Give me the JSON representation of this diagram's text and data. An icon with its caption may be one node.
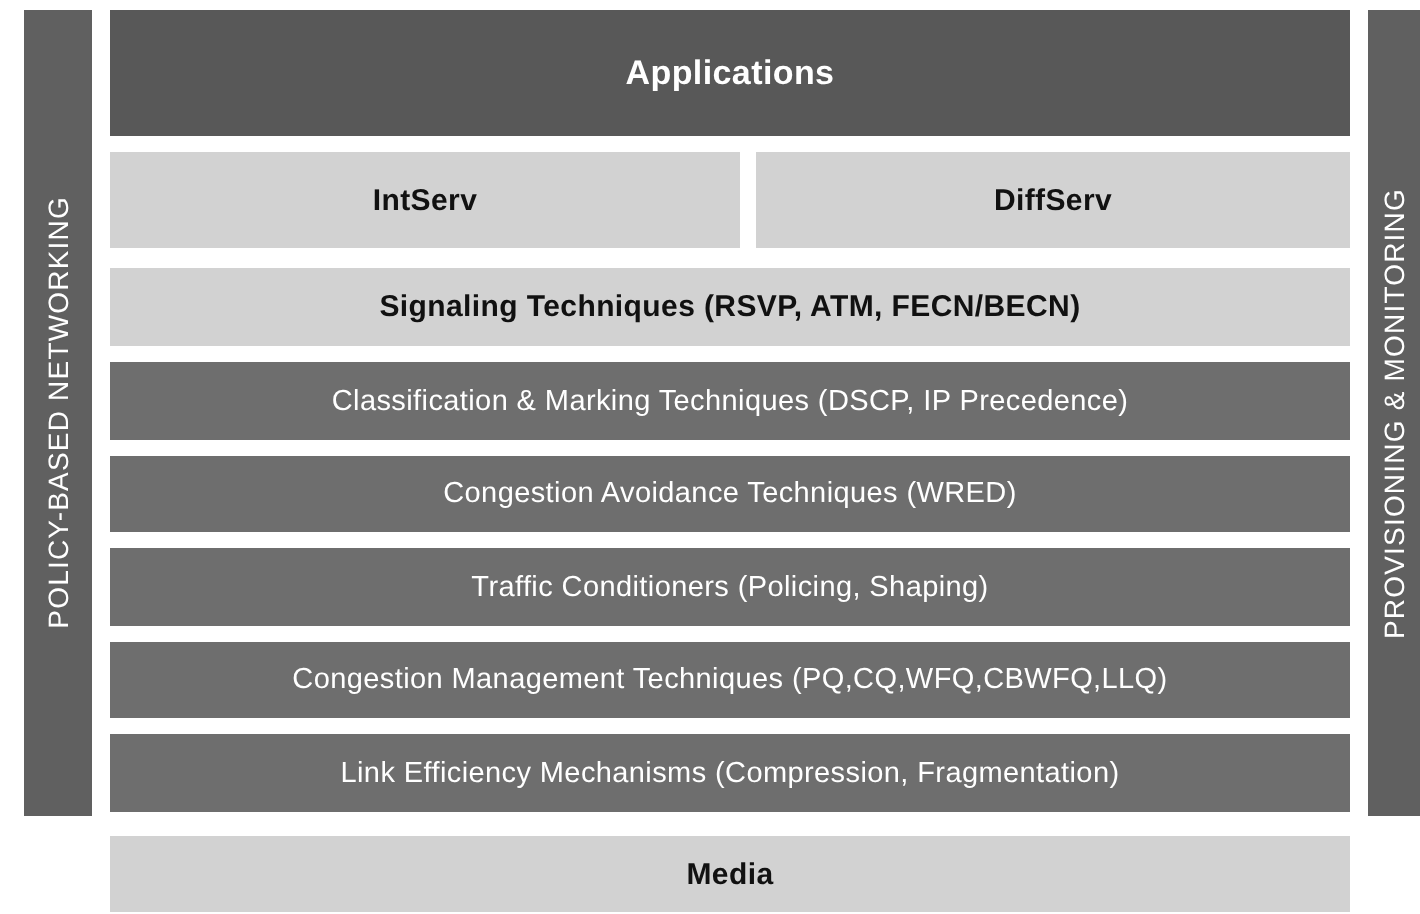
{
  "diagram": {
    "nodes": [
      {
        "text": [
          "POLICY-BASED NETWORKING"
        ]
      },
      {
        "text": [
          "Applications"
        ]
      },
      {
        "text": [
          "IntServ"
        ]
      },
      {
        "text": [
          "DiffServ"
        ]
      },
      {
        "text": [
          "Signaling Techniques (RSVP, ATM, FECN/BECN)"
        ]
      },
      {
        "text": [
          "Classification & Marking Techniques (DSCP, IP Precedence)"
        ]
      },
      {
        "text": [
          "Congestion Avoidance Techniques (WRED)"
        ]
      },
      {
        "text": [
          "Traffic Conditioners (Policing, Shaping)"
        ]
      },
      {
        "text": [
          "Congestion Management Techniques (PQ,CQ,WFQ,CBWFQ,LLQ)"
        ]
      },
      {
        "text": [
          "Link Efficiency Mechanisms (Compression, Fragmentation)"
        ]
      },
      {
        "text": [
          "Media"
        ]
      },
      {
        "text": [
          "PROVISIONING & MONITORING"
        ]
      }
    ]
  }
}
